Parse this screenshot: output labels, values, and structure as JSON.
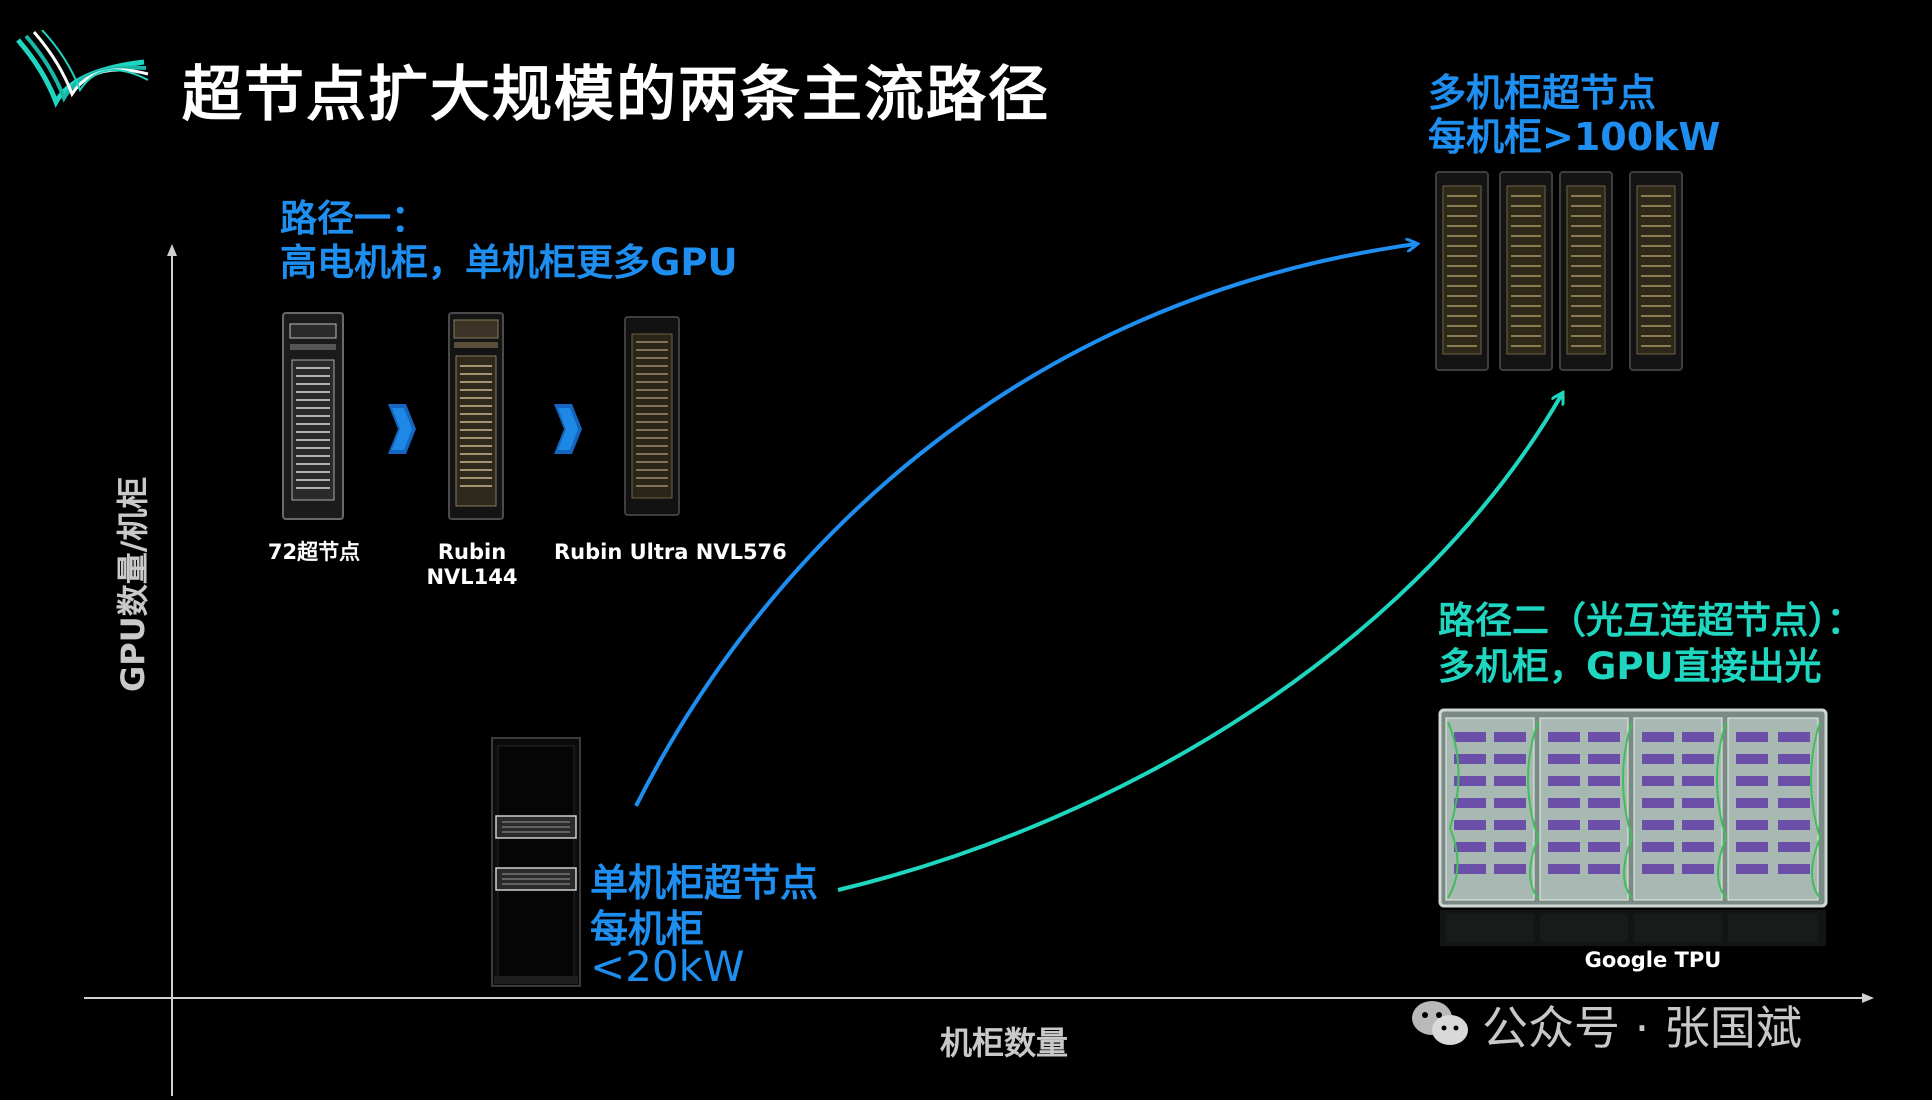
{
  "title": "超节点扩大规模的两条主流路径",
  "logo": {
    "icon": "wave-logo-icon",
    "color": "#1fd6c0"
  },
  "colors": {
    "blue": "#1e8ff0",
    "teal": "#1fd6c0",
    "background": "#000000"
  },
  "path_one": {
    "line1": "路径一：",
    "line2": "高电机柜，单机柜更多GPU"
  },
  "racks_path_one": [
    {
      "label": "72超节点"
    },
    {
      "label": "Rubin\nNVL144"
    },
    {
      "label": "Rubin Ultra NVL576"
    }
  ],
  "chevron_icon": "chevron-right-icon",
  "multi_rack": {
    "line1": "多机柜超节点",
    "line2": "每机柜>100kW"
  },
  "single_rack": {
    "line1": "单机柜超节点",
    "line2": "每机柜",
    "line3": "<20kW"
  },
  "path_two": {
    "line1": "路径二（光互连超节点）：",
    "line2": "多机柜，GPU直接出光"
  },
  "google_tpu": {
    "label": "Google TPU"
  },
  "axes": {
    "y_label": "GPU数量/机柜",
    "x_label": "机柜数量"
  },
  "watermark": {
    "icon": "wechat-icon",
    "text": "公众号 · 张国斌"
  }
}
